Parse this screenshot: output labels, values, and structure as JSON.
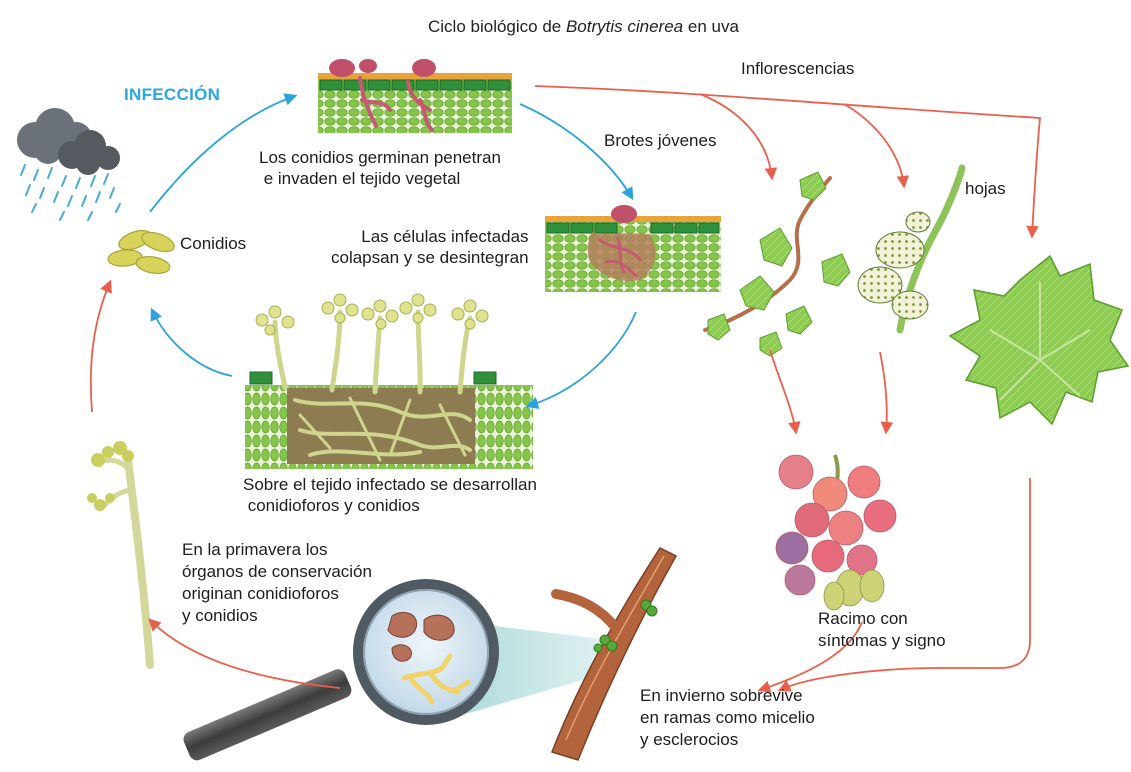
{
  "title": {
    "prefix": "Ciclo biológico de ",
    "species": "Botrytis cinerea",
    "suffix": " en uva"
  },
  "labels": {
    "infeccion": "INFECCIÓN",
    "conidios": "Conidios",
    "germinan": "Los conidios germinan penetran\n e invaden el tejido vegetal",
    "celulas": "Las células infectadas\ncolapsan y se desintegran",
    "sobre_tejido": "Sobre el tejido infectado se desarrollan\n conidioforos y conidios",
    "primavera": "En la primavera los\nórganos de conservación\noriginan conidioforos\ny conidios",
    "inflorescencias": "Inflorescencias",
    "brotes": "Brotes jóvenes",
    "hojas": "hojas",
    "racimo": "Racimo con\nsíntomas y signo",
    "invierno": "En invierno sobrevive\nen ramas como micelio\ny esclerocios"
  },
  "colors": {
    "blue_arrow": "#2ba3de",
    "red_arrow": "#e8604c",
    "cell_green": "#7ec242",
    "leaf_green": "#7cc24a",
    "necrotic": "#8a7a4a",
    "fungus": "#cdd68a",
    "pathogen": "#c0506a",
    "grape": "#e06a78",
    "wood": "#b4643c"
  }
}
